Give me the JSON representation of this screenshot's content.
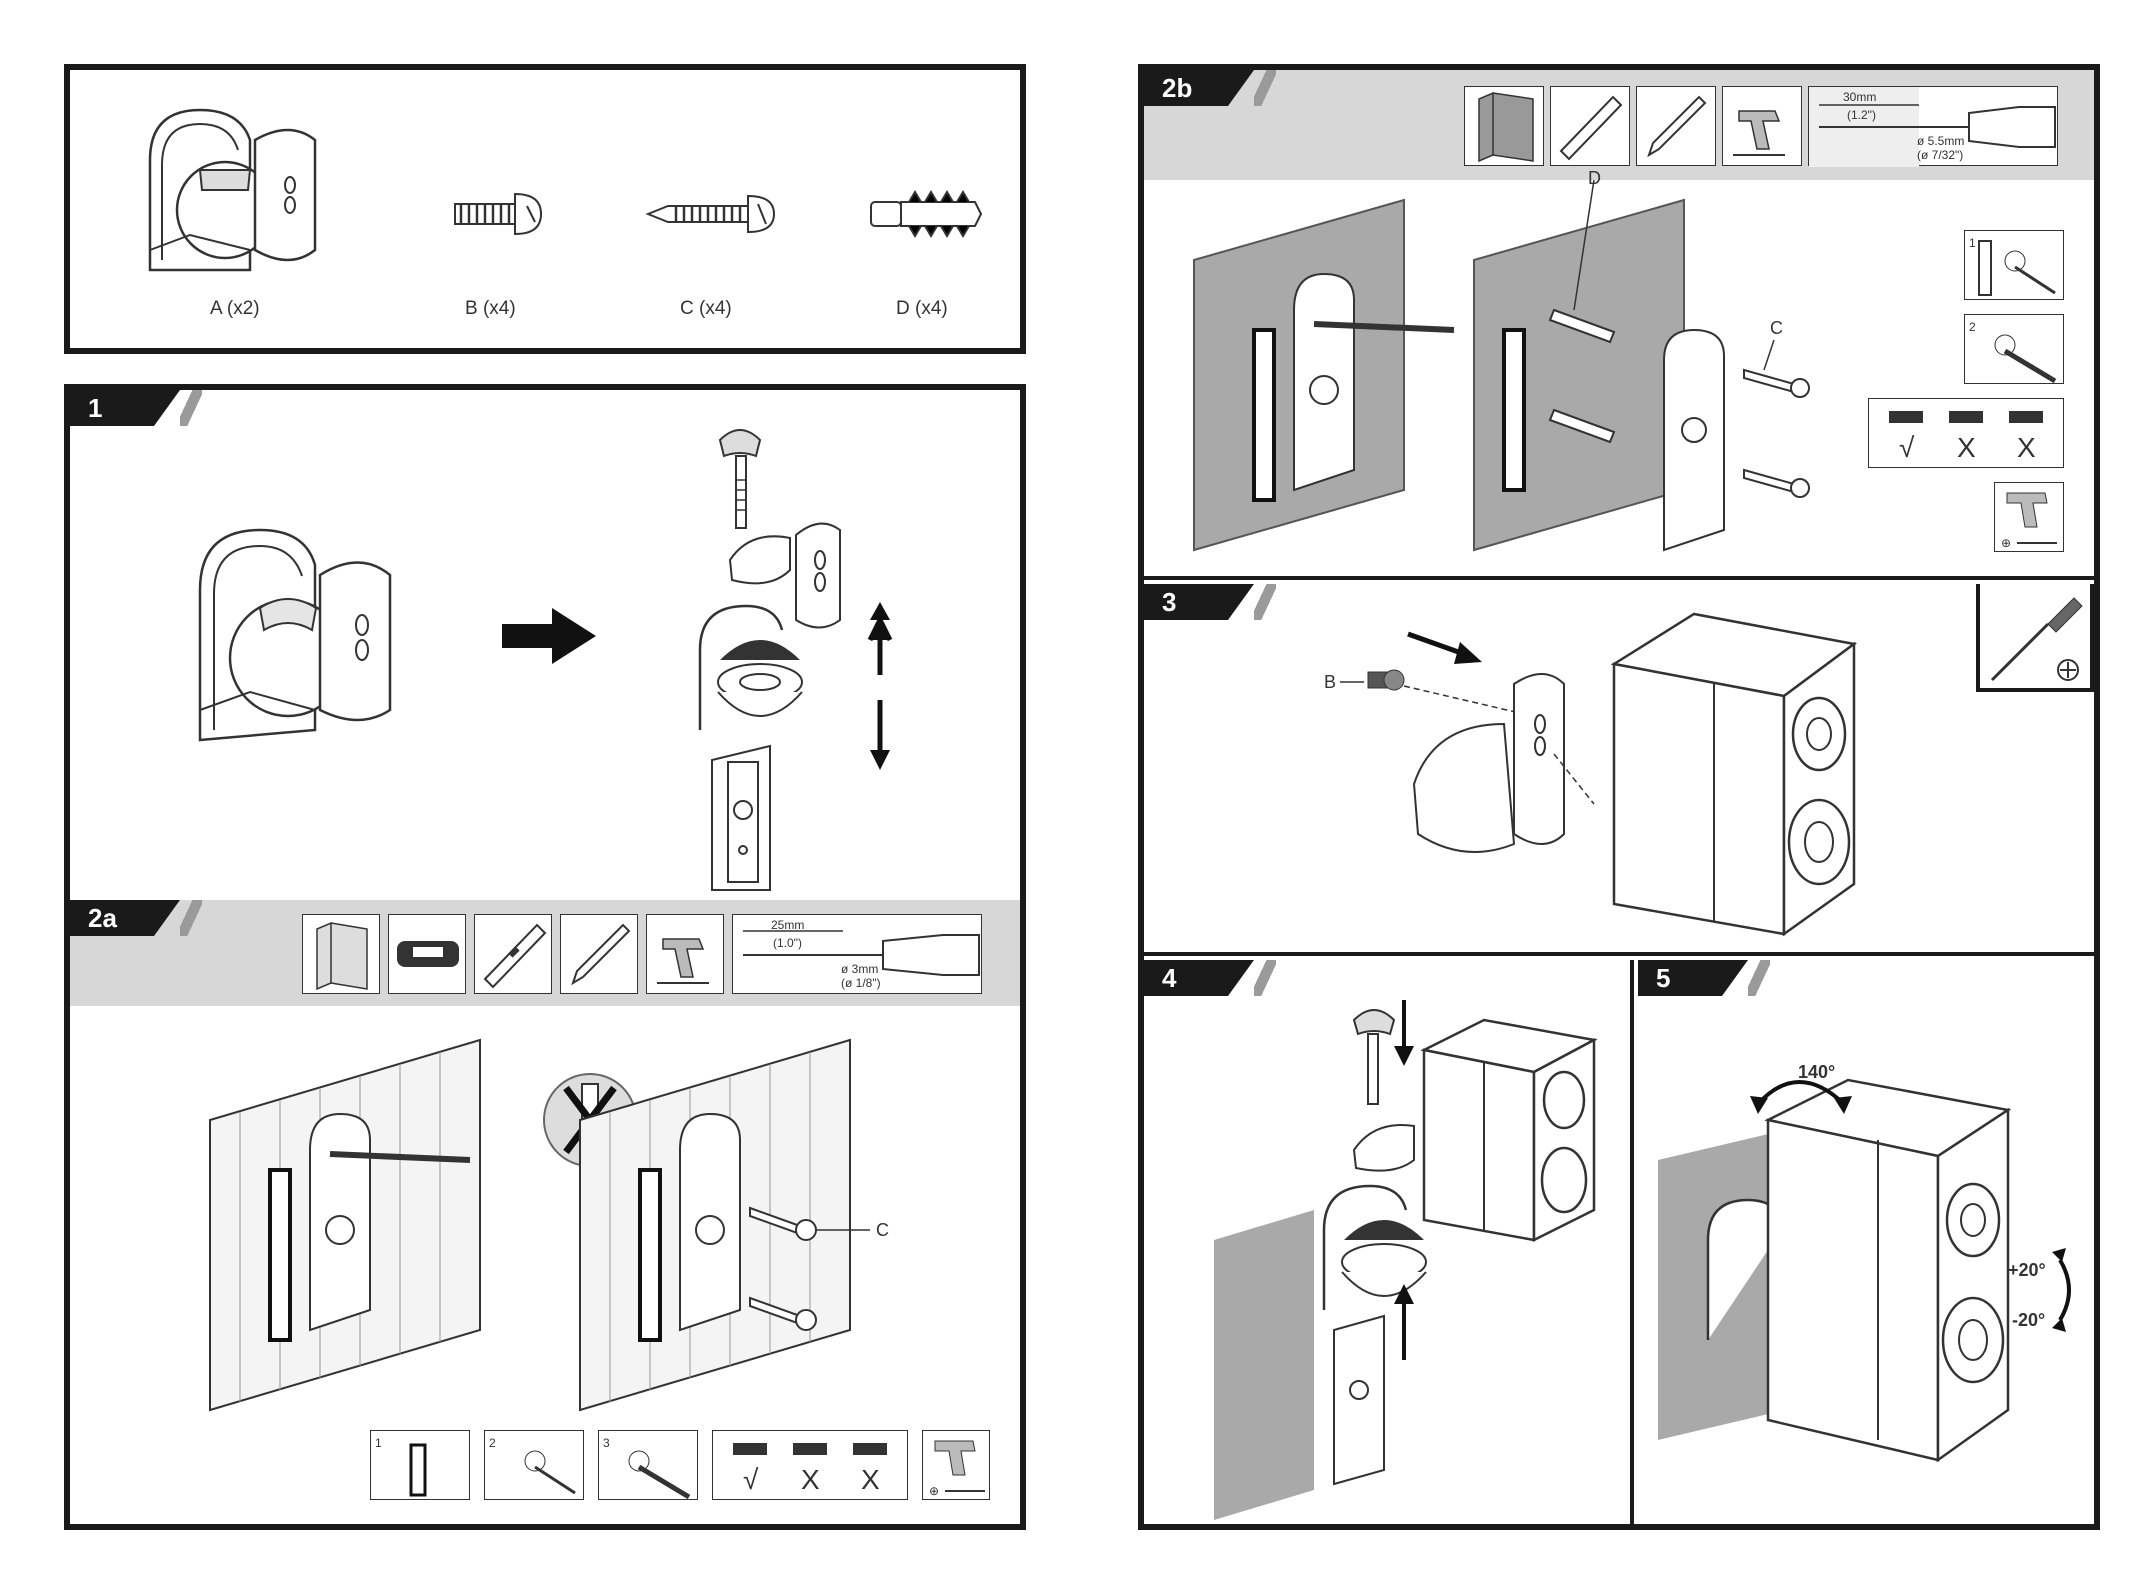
{
  "parts": {
    "a": "A (x2)",
    "b": "B (x4)",
    "c": "C (x4)",
    "d": "D (x4)"
  },
  "steps": {
    "s1": "1",
    "s2a": "2a",
    "s2b": "2b",
    "s3": "3",
    "s4": "4",
    "s5": "5"
  },
  "step2a": {
    "dim_mm": "25mm",
    "dim_in": "(1.0\")",
    "drill_mm": "ø 3mm",
    "drill_in": "(ø 1/8\")",
    "label_c": "C",
    "sub1": "1",
    "sub2": "2",
    "sub3": "3",
    "level_ok": "√",
    "level_x1": "X",
    "level_x2": "X"
  },
  "step2b": {
    "dim_mm": "30mm",
    "dim_in": "(1.2\")",
    "drill_mm": "ø 5.5mm",
    "drill_in": "(ø 7/32\")",
    "label_d": "D",
    "label_c": "C",
    "sub1": "1",
    "sub2": "2",
    "level_ok": "√",
    "level_x1": "X",
    "level_x2": "X"
  },
  "step3": {
    "label_b": "B"
  },
  "step5": {
    "rotation": "140°",
    "tilt_up": "+20°",
    "tilt_down": "-20°"
  },
  "colors": {
    "frame": "#1a1a1a",
    "band": "#d7d7d7",
    "wall": "#a9a9a9"
  }
}
